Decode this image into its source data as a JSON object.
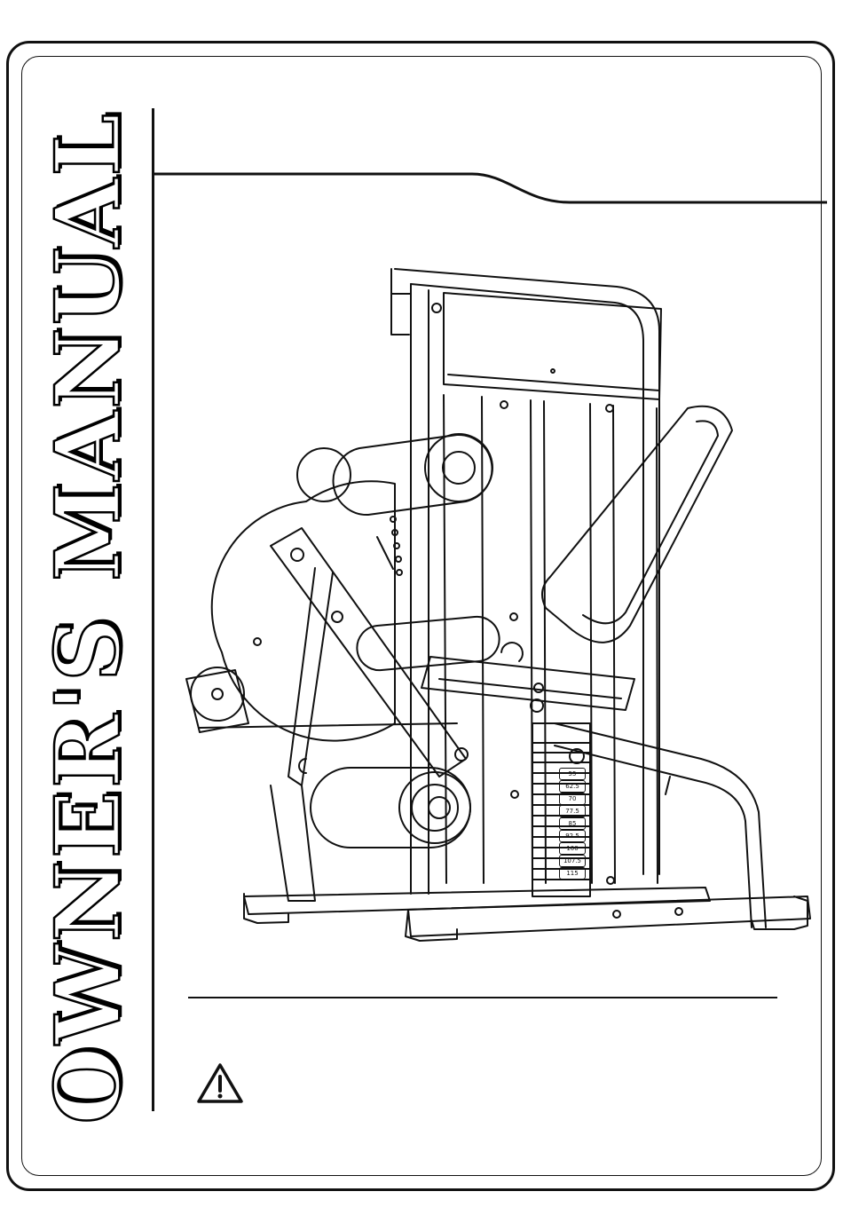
{
  "cover": {
    "title": "OWNER'S MANUAL"
  },
  "weight_stack": {
    "labels": [
      "55",
      "62.5",
      "70",
      "77.5",
      "85",
      "92.5",
      "100",
      "107.5",
      "115"
    ]
  },
  "icons": {
    "warning": "warning-triangle-icon"
  }
}
